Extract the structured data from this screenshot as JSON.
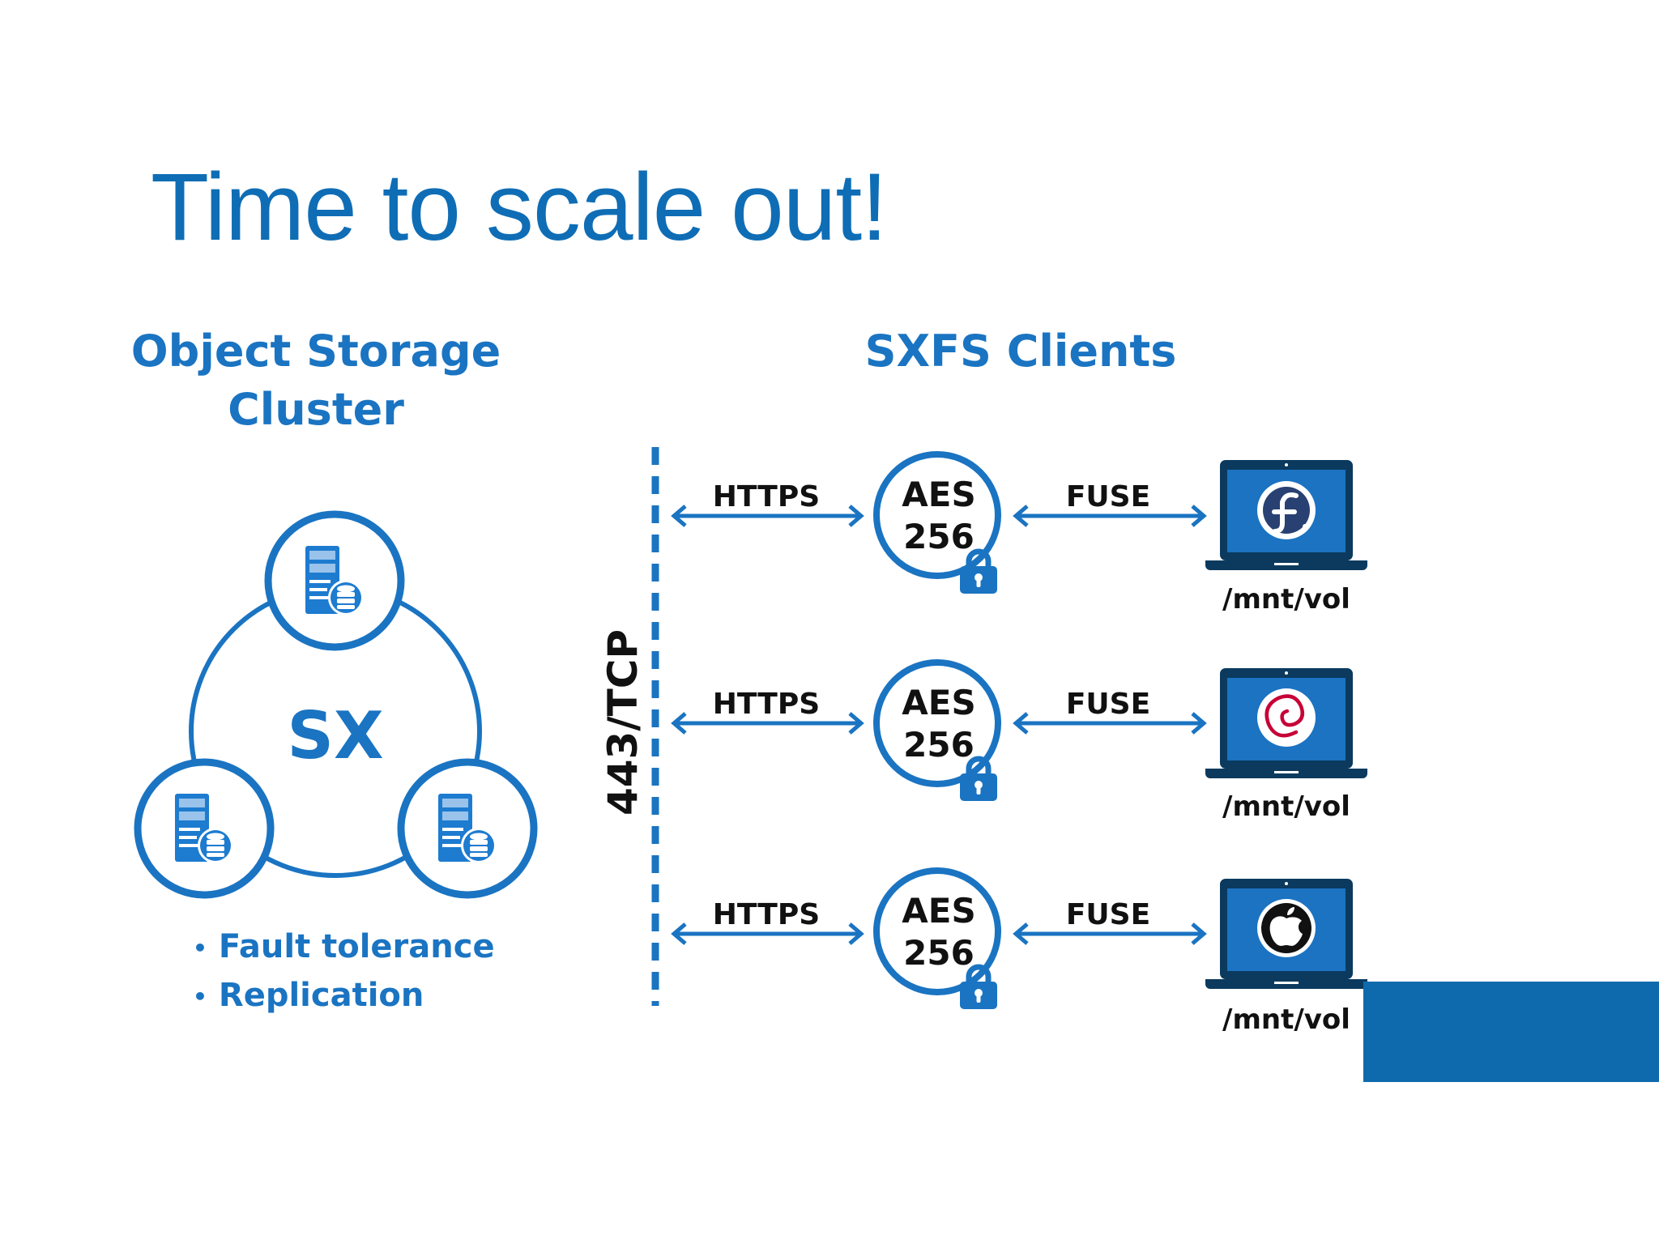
{
  "slide": {
    "title": "Time to scale out!",
    "left_heading_line1": "Object Storage",
    "left_heading_line2": "Cluster",
    "right_heading": "SXFS Clients",
    "cluster_label": "SX",
    "bullets": [
      "Fault tolerance",
      "Replication"
    ],
    "port_label": "443/TCP",
    "rows": [
      {
        "protocol": "HTTPS",
        "cipher_line1": "AES",
        "cipher_line2": "256",
        "bridge": "FUSE",
        "mount": "/mnt/vol",
        "os": "fedora-logo-icon"
      },
      {
        "protocol": "HTTPS",
        "cipher_line1": "AES",
        "cipher_line2": "256",
        "bridge": "FUSE",
        "mount": "/mnt/vol",
        "os": "debian-logo-icon"
      },
      {
        "protocol": "HTTPS",
        "cipher_line1": "AES",
        "cipher_line2": "256",
        "bridge": "FUSE",
        "mount": "/mnt/vol",
        "os": "apple-logo-icon"
      }
    ]
  },
  "colors": {
    "title": "#0f6db5",
    "accent": "#1a74c2",
    "laptop": "#0b3a5e",
    "screen": "#1b73c2",
    "corner_box": "#0f6aad",
    "text_dark": "#111111"
  }
}
